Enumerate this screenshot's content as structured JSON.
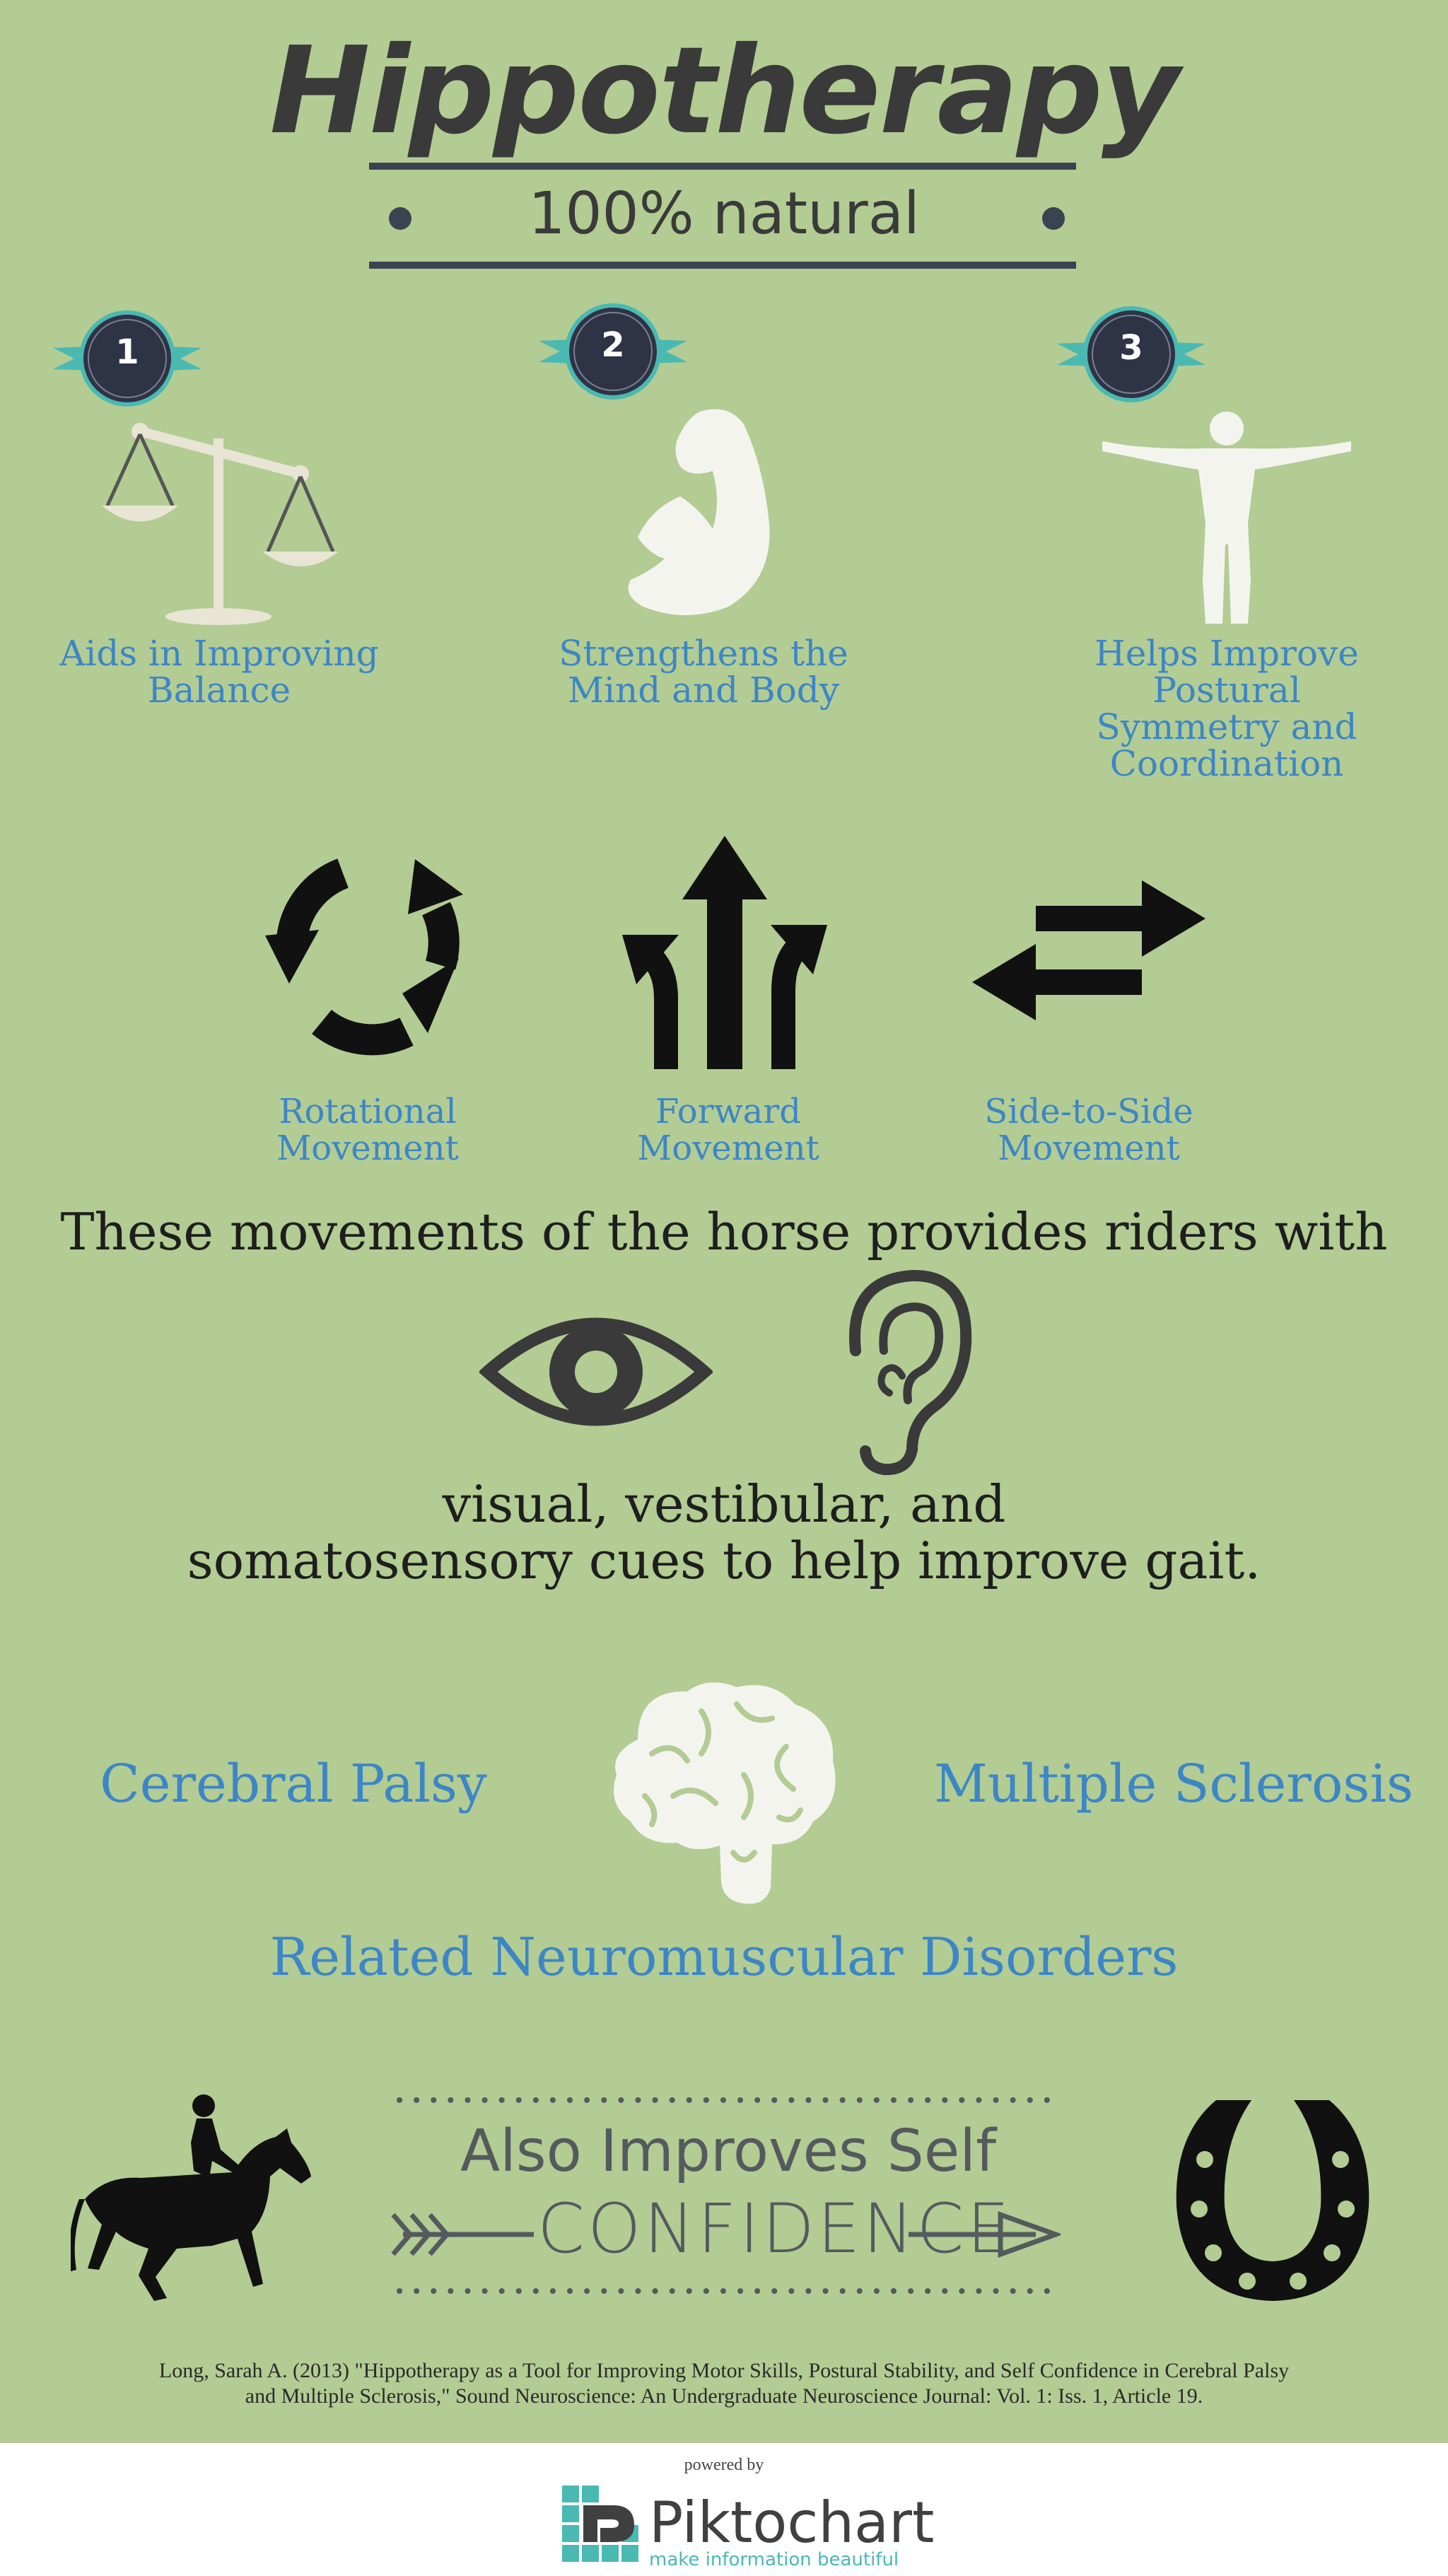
{
  "header": {
    "title": "Hippotherapy",
    "subtitle": "100% natural"
  },
  "benefits": [
    {
      "number": "1",
      "label": "Aids in Improving Balance",
      "icon": "scales-icon"
    },
    {
      "number": "2",
      "label": "Strengthens the Mind and Body",
      "icon": "flexed-arm-icon"
    },
    {
      "number": "3",
      "label": "Helps Improve Postural Symmetry and Coordination",
      "icon": "human-figure-icon"
    }
  ],
  "movements": [
    {
      "label": "Rotational Movement",
      "icon": "rotation-arrows-icon"
    },
    {
      "label": "Forward Movement",
      "icon": "forward-arrows-icon"
    },
    {
      "label": "Side-to-Side Movement",
      "icon": "side-arrows-icon"
    }
  ],
  "senses": {
    "intro": "These movements of the horse provides riders with",
    "line1": "visual, vestibular, and",
    "line2": "somatosensory cues to help improve gait."
  },
  "conditions": {
    "left": "Cerebral Palsy",
    "right": "Multiple Sclerosis",
    "bottom": "Related Neuromuscular Disorders"
  },
  "confidence": {
    "line1": "Also Improves Self",
    "line2": "CONFIDENCE"
  },
  "citation": {
    "line1": "Long, Sarah A. (2013) \"Hippotherapy as a Tool for Improving Motor Skills, Postural Stability, and Self Confidence in Cerebral Palsy",
    "line2": "and Multiple Sclerosis,\" Sound Neuroscience: An Undergraduate Neuroscience Journal: Vol. 1: Iss. 1, Article 19."
  },
  "footer": {
    "powered_by": "powered by",
    "brand": "Piktochart",
    "tagline": "make information beautiful"
  },
  "colors": {
    "background": "#b2cc93",
    "accent_blue": "#3d86c6",
    "dark": "#3b4350",
    "teal": "#4ab9b2",
    "icon_light": "#f4f4ef"
  }
}
